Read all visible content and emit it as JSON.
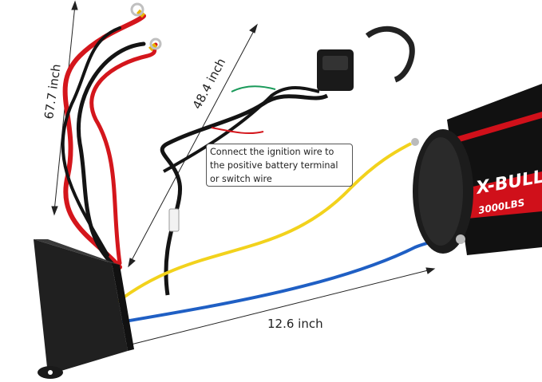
{
  "dimensions": {
    "control_cable_length": "67.7 inch",
    "remote_cable_length": "48.4 inch",
    "motor_cable_length": "12.6 inch"
  },
  "callout": {
    "lines": [
      "Connect the ignition wire to",
      "the positive battery terminal",
      "or switch wire"
    ]
  },
  "winch_branding": {
    "brand": "X-BULL",
    "rating": "3000LBS",
    "colors": {
      "body": "#111111",
      "stripe": "#d0101a"
    }
  },
  "wire_colors": {
    "red": "#d4161c",
    "black": "#141414",
    "yellow": "#f2d21c",
    "blue": "#1f5fc4",
    "green": "#1a9a5a"
  }
}
